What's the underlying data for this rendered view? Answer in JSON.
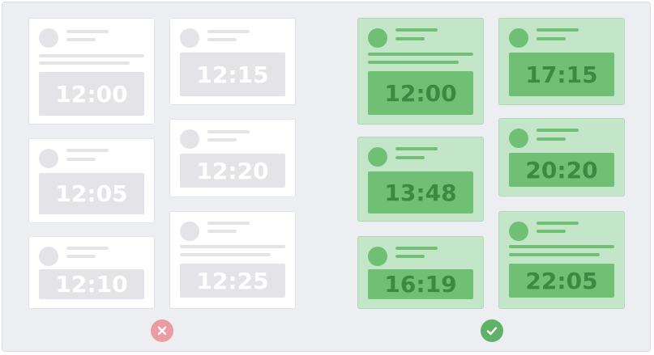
{
  "colors": {
    "background": "#eceef2",
    "gray_card": "#ffffff",
    "gray_element": "#e3e3e8",
    "green_card": "#c3e6c9",
    "green_element": "#6fbf75",
    "green_text": "#3a8a42",
    "bad_icon": "#ea9da0",
    "good_icon": "#5fb267"
  },
  "bad_example": {
    "icon": "close-icon",
    "cards": [
      {
        "time": "12:00"
      },
      {
        "time": "12:05"
      },
      {
        "time": "12:10"
      },
      {
        "time": "12:15"
      },
      {
        "time": "12:20"
      },
      {
        "time": "12:25"
      }
    ]
  },
  "good_example": {
    "icon": "check-icon",
    "cards": [
      {
        "time": "12:00"
      },
      {
        "time": "13:48"
      },
      {
        "time": "16:19"
      },
      {
        "time": "17:15"
      },
      {
        "time": "20:20"
      },
      {
        "time": "22:05"
      }
    ]
  }
}
